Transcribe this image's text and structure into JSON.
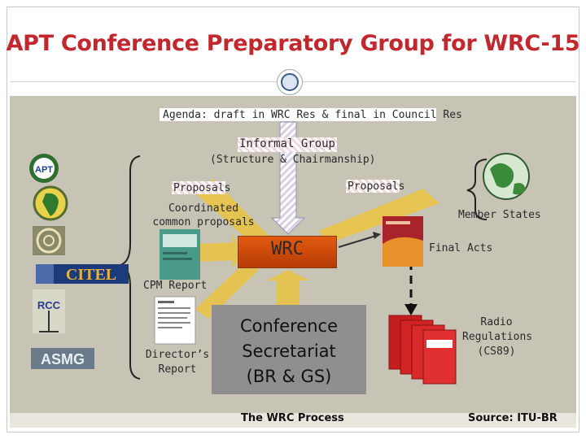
{
  "title": "APT Conference Preparatory Group for WRC-15",
  "flow": {
    "agenda": "Agenda: draft in WRC Res & final in Council Res",
    "informal_group": "Informal Group",
    "structure": "(Structure & Chairmanship)",
    "proposals_left": "Proposals",
    "proposals_right": "Proposals",
    "coordinated_line1": "Coordinated",
    "coordinated_line2": "common proposals",
    "member_states": "Member States",
    "wrc": "WRC",
    "final_acts": "Final Acts",
    "cpm_report": "CPM Report",
    "directors_line1": "Director’s",
    "directors_line2": "Report",
    "secretariat_line1": "Conference",
    "secretariat_line2": "Secretariat",
    "secretariat_line3": "(BR & GS)",
    "radio_line1": "Radio",
    "radio_line2": "Regulations",
    "radio_line3": "(CS89)"
  },
  "organizations": [
    "APT",
    "CITEL",
    "RCC",
    "ASMG"
  ],
  "footer": {
    "left": "The WRC Process",
    "right": "Source: ITU-BR"
  },
  "colors": {
    "title": "#c0282d",
    "panel": "#c7c4b5",
    "arrow": "#e8c34a",
    "wrc_box": "#d04a0a",
    "secretariat_box": "#8f8f8f"
  }
}
